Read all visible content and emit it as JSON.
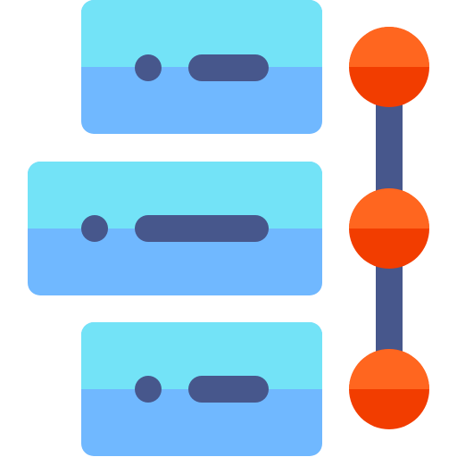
{
  "icon": {
    "semantic": "timeline-server-stack-icon",
    "colors": {
      "card_top": "#73E3F7",
      "card_bottom": "#70B8FF",
      "dark": "#47578C",
      "dot_top": "#FF661F",
      "dot_bottom": "#F23D00"
    },
    "cards": [
      {
        "name": "card-top"
      },
      {
        "name": "card-middle"
      },
      {
        "name": "card-bottom"
      }
    ],
    "nodes": [
      {
        "name": "node-top"
      },
      {
        "name": "node-middle"
      },
      {
        "name": "node-bottom"
      }
    ]
  }
}
